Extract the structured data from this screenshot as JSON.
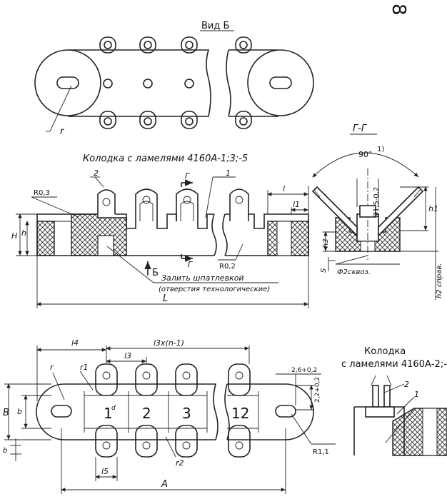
{
  "page_number_symbol": "8",
  "view_b": {
    "title": "Вид Б",
    "radius_label": "r"
  },
  "title_top": "Колодка с ламелями 4160А-1;3;-5",
  "section_gg": {
    "title": "Г-Г",
    "angle": "90°",
    "angle_note": "1)",
    "hole_dim": "Ø1,5-0,2",
    "h1": "h1",
    "h3": "h3",
    "s": "S",
    "hole_bottom": "Ф2сквоз.",
    "h2": "h2 справ."
  },
  "main_section": {
    "r03": "R0,3",
    "r02": "R0,2",
    "callout_2": "2",
    "callout_1": "1",
    "cut_mark": "Г",
    "H": "H",
    "h": "h",
    "l": "l",
    "l1": "l1",
    "L": "L",
    "view_b_arrow": "Б",
    "note_1": "Залить шпатлевкой",
    "note_2": "(отверстия технологические)"
  },
  "plan_view": {
    "l4": "l4",
    "l3n": "l3x(n-1)",
    "l3": "l3",
    "l5": "l5",
    "r": "r",
    "r1": "r1",
    "r2": "r2",
    "B": "B",
    "b": "b",
    "b_small": "b",
    "d_label": "d",
    "A": "A",
    "dim_26": "2,6+0,2",
    "dim_22": "2,2+0,2",
    "R11": "R1,1",
    "lamel_numbers": [
      "1",
      "2",
      "3",
      "12"
    ]
  },
  "variant": {
    "title_line1": "Колодка",
    "title_line2": "с ламелями 4160А-2;-4",
    "callout_2": "2",
    "callout_1": "1"
  }
}
